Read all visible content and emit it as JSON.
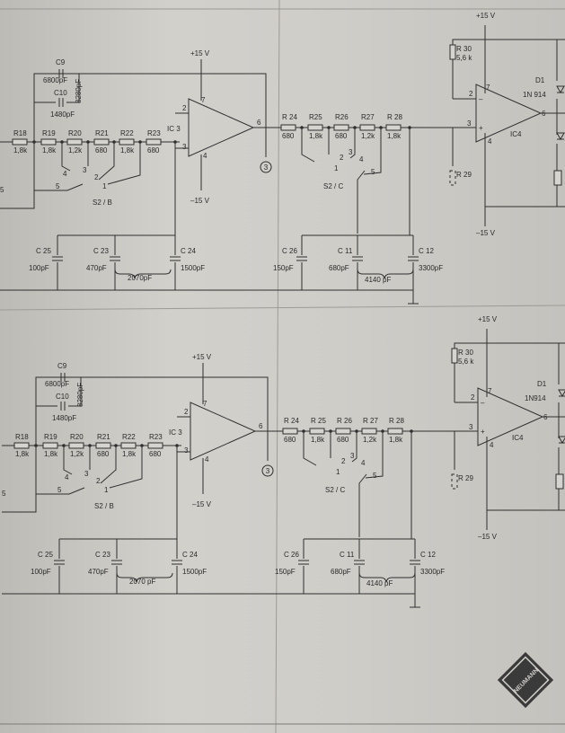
{
  "supply": {
    "pos": "+15 V",
    "neg": "-15 V",
    "neg_alt": "–15 V"
  },
  "sections": [
    {
      "id": "top",
      "ic3": {
        "label": "IC 3",
        "pin2": "2",
        "pin3": "3",
        "pin6": "6",
        "pin7": "7",
        "pin4": "4"
      },
      "ic4": {
        "label": "IC4",
        "pin2": "2",
        "pin3": "3",
        "pin6": "6",
        "pin7": "7",
        "pin4": "4",
        "plus": "+",
        "minus": "–"
      },
      "test_point": "3",
      "resistors_in": [
        {
          "name": "R18",
          "value": "1,8k"
        },
        {
          "name": "R19",
          "value": "1,8k"
        },
        {
          "name": "R20",
          "value": "1,2k"
        },
        {
          "name": "R21",
          "value": "680"
        },
        {
          "name": "R22",
          "value": "1,8k"
        },
        {
          "name": "R23",
          "value": "680"
        }
      ],
      "resistors_out": [
        {
          "name": "R 24",
          "value": "680"
        },
        {
          "name": "R25",
          "value": "1,8k"
        },
        {
          "name": "R26",
          "value": "680"
        },
        {
          "name": "R27",
          "value": "1,2k"
        },
        {
          "name": "R 28",
          "value": "1,8k"
        }
      ],
      "c9": {
        "name": "C9",
        "value": "6800pF"
      },
      "c10": {
        "name": "C10",
        "value": "1480pF"
      },
      "c9c10_sum": "8280pF",
      "switch_b": {
        "name": "S2 / B",
        "pos": [
          "4",
          "3",
          "2",
          "1",
          "5"
        ]
      },
      "switch_c": {
        "name": "S2 / C",
        "pos": [
          "2",
          "3",
          "4",
          "1",
          "5"
        ]
      },
      "caps_left": [
        {
          "name": "C 25",
          "value": "100pF"
        },
        {
          "name": "C 23",
          "value": "470pF"
        },
        {
          "name": "C 24",
          "value": "1500pF"
        }
      ],
      "sum_left": "2070pF",
      "caps_right": [
        {
          "name": "C 26",
          "value": "150pF"
        },
        {
          "name": "C 11",
          "value": "680pF"
        },
        {
          "name": "C 12",
          "value": "3300pF"
        }
      ],
      "sum_right": "4140 pF",
      "r30": {
        "name": "R 30",
        "value": "5,6 k"
      },
      "r29": "R 29",
      "d1": "D1",
      "diode": "1N 914",
      "r18_label": "R 18"
    },
    {
      "id": "bottom",
      "ic3": {
        "label": "IC 3",
        "pin2": "2",
        "pin3": "3",
        "pin6": "6",
        "pin7": "7",
        "pin4": "4"
      },
      "ic4": {
        "label": "IC4",
        "pin2": "2",
        "pin3": "3",
        "pin6": "6",
        "pin7": "7",
        "pin4": "4",
        "plus": "+",
        "minus": "–"
      },
      "test_point": "3",
      "resistors_in": [
        {
          "name": "R18",
          "value": "1,8k"
        },
        {
          "name": "R19",
          "value": "1,8k"
        },
        {
          "name": "R20",
          "value": "1,2k"
        },
        {
          "name": "R21",
          "value": "680"
        },
        {
          "name": "R22",
          "value": "1,8k"
        },
        {
          "name": "R23",
          "value": "680"
        }
      ],
      "resistors_out": [
        {
          "name": "R 24",
          "value": "680"
        },
        {
          "name": "R 25",
          "value": "1,8k"
        },
        {
          "name": "R 26",
          "value": "680"
        },
        {
          "name": "R 27",
          "value": "1,2k"
        },
        {
          "name": "R 28",
          "value": "1,8k"
        }
      ],
      "c9": {
        "name": "C9",
        "value": "6800pF"
      },
      "c10": {
        "name": "C10",
        "value": "1480pF"
      },
      "c9c10_sum": "8280pF",
      "switch_b": {
        "name": "S2 / B",
        "pos": [
          "4",
          "3",
          "2",
          "1",
          "5"
        ]
      },
      "switch_c": {
        "name": "S2 / C",
        "pos": [
          "2",
          "3",
          "4",
          "1",
          "5"
        ]
      },
      "caps_left": [
        {
          "name": "C 25",
          "value": "100pF"
        },
        {
          "name": "C 23",
          "value": "470pF"
        },
        {
          "name": "C 24",
          "value": "1500pF"
        }
      ],
      "sum_left": "2070 pF",
      "caps_right": [
        {
          "name": "C 26",
          "value": "150pF"
        },
        {
          "name": "C 11",
          "value": "680pF"
        },
        {
          "name": "C 12",
          "value": "3300pF"
        }
      ],
      "sum_right": "4140 pF",
      "r30": {
        "name": "R 30",
        "value": "5,6 k"
      },
      "r29": "R 29",
      "d1": "D1",
      "diode": "1N914",
      "r18_label": "R 18"
    }
  ],
  "edge_label": "5",
  "logo": "NEUMANN"
}
